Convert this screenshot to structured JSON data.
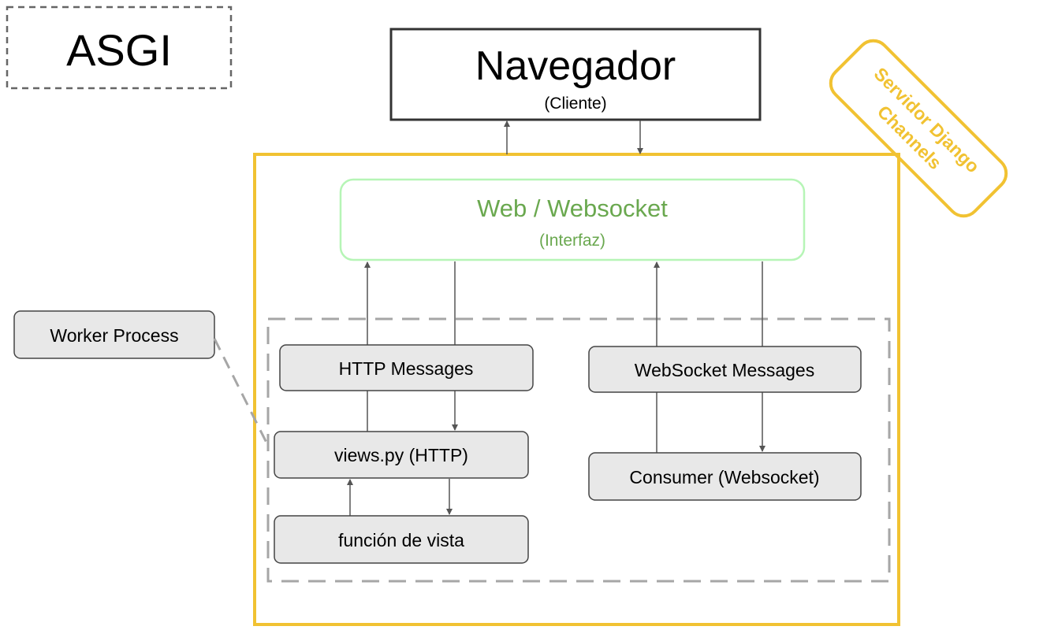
{
  "title_box": {
    "label": "ASGI"
  },
  "client": {
    "title": "Navegador",
    "subtitle": "(Cliente)"
  },
  "server_badge": {
    "line1": "Servidor Django",
    "line2": "Channels"
  },
  "interface": {
    "title": "Web / Websocket",
    "subtitle": "(Interfaz)"
  },
  "worker_label": {
    "label": "Worker Process"
  },
  "http_path": {
    "messages": "HTTP Messages",
    "views": "views.py (HTTP)",
    "function": "función de vista"
  },
  "ws_path": {
    "messages": "WebSocket Messages",
    "consumer": "Consumer (Websocket)"
  },
  "colors": {
    "server_border": "#f1c232",
    "interface_border": "#b6f5b6",
    "interface_text": "#6aa84f",
    "box_fill": "#e8e8e8",
    "dashed_border": "#a6a6a6",
    "arrow": "#555555"
  }
}
